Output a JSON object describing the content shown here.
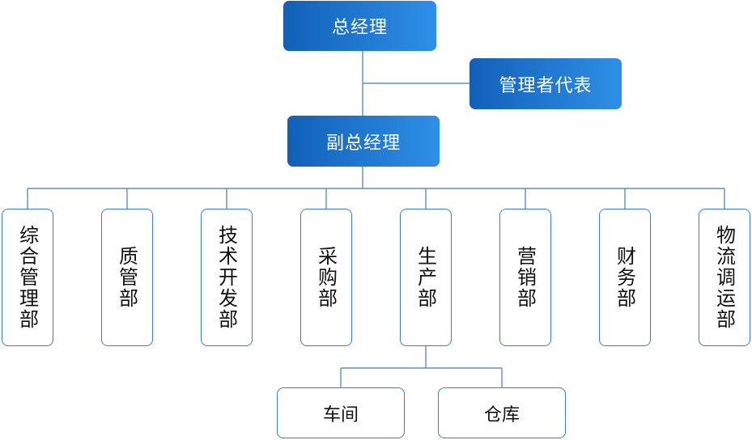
{
  "chart": {
    "gm": "总经理",
    "rep": "管理者代表",
    "vgm": "副总经理",
    "departments": [
      "综合管理部",
      "质管部",
      "技术开发部",
      "采购部",
      "生产部",
      "营销部",
      "财务部",
      "物流调运部"
    ],
    "production_units": [
      "车间",
      "仓库"
    ]
  },
  "colors": {
    "box_gradient_start": "#1160b8",
    "box_gradient_end": "#2f8fe6",
    "outline": "#3a7fcf",
    "connector": "#5a8fc8"
  }
}
